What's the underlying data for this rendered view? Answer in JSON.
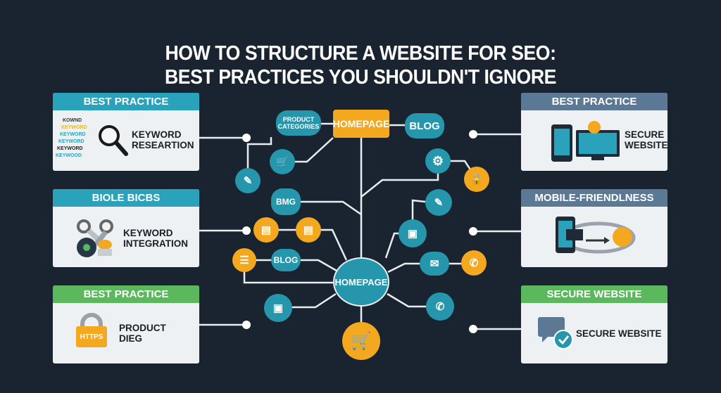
{
  "title": {
    "line1": "HOW TO STRUCTURE A WEBSITE FOR SEO:",
    "line2": "BEST PRACTICES YOU SHOULDN'T IGNORE"
  },
  "left_cards": [
    {
      "header": "BEST PRACTICE",
      "text1": "KEYWORD",
      "text2": "RESEARTION",
      "keywords": [
        "KOWND",
        "KEYWORD",
        "KEYWORD",
        "KEYWORD",
        "KEYWORD",
        "KEYWOOD"
      ],
      "color": "#2aa2bb"
    },
    {
      "header": "BIOLE BICBS",
      "text1": "KEYWORD",
      "text2": "INTEGRATION",
      "color": "#2aa2bb"
    },
    {
      "header": "BEST PRACTICE",
      "text1": "PRODUCT",
      "text2": "DIEG",
      "badge": "HTTPS",
      "color": "#5cb85c"
    }
  ],
  "right_cards": [
    {
      "header": "BEST PRACTICE",
      "text1": "SECURE",
      "text2": "WEBSITE",
      "color": "#5b7894"
    },
    {
      "header": "MOBILE-FRIENDLNESS",
      "color": "#5b7894"
    },
    {
      "header": "SECURE WEBSITE",
      "text1": "SECURE WEBSITE",
      "color": "#5cb85c"
    }
  ],
  "diagram": {
    "top_homepage": "HOMEPAGE",
    "product_categories": "PRODUCT CATEGORIES",
    "blog_top": "BLOG",
    "bmg": "BMG",
    "blog_mid": "BLOG",
    "center_homepage": "HOMEPAGE"
  },
  "colors": {
    "background": "#1a2431",
    "teal": "#2596ac",
    "orange": "#f3a81f"
  }
}
